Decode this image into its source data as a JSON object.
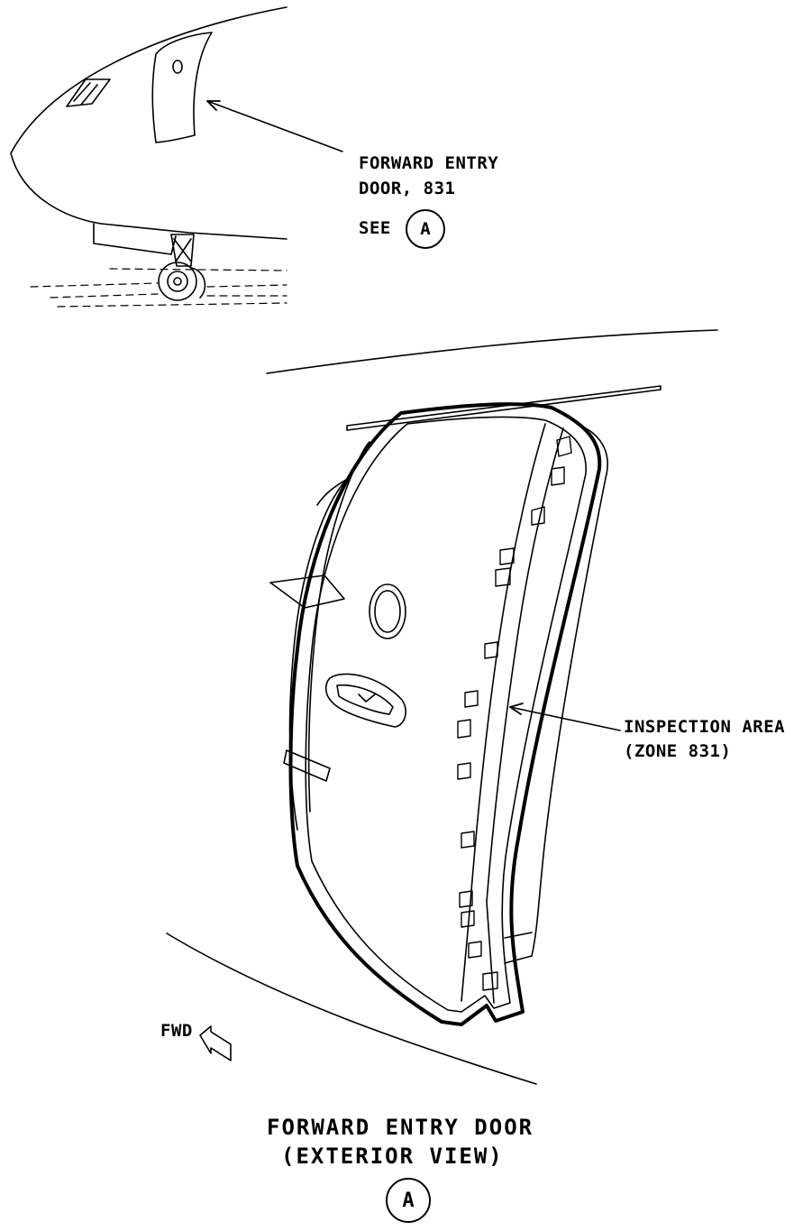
{
  "callout_door": {
    "line1": "FORWARD ENTRY",
    "line2": "DOOR, 831",
    "see_label": "SEE",
    "see_ref": "A"
  },
  "callout_inspection": {
    "line1": "INSPECTION AREA",
    "line2": "(ZONE 831)"
  },
  "fwd_label": "FWD",
  "view_title": {
    "line1": "FORWARD ENTRY DOOR",
    "line2": "(EXTERIOR VIEW)",
    "ref": "A"
  }
}
